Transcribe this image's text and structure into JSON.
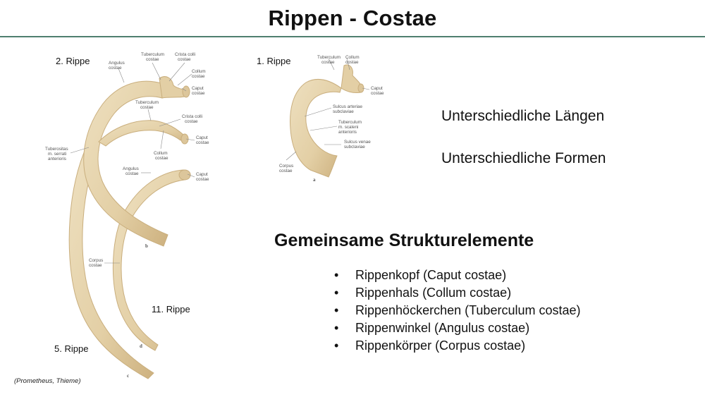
{
  "slide": {
    "title": "Rippen - Costae"
  },
  "figure": {
    "rib_labels": {
      "rib2": "2. Rippe",
      "rib1": "1. Rippe",
      "rib11": "11. Rippe",
      "rib5": "5. Rippe"
    },
    "annotations": {
      "angulus_costae_a": [
        "Angulus",
        "costae"
      ],
      "tuberculum_costae_a": [
        "Tuberculum",
        "costae"
      ],
      "crista_colli_a": [
        "Crista colli",
        "costae"
      ],
      "collum_costae_a": [
        "Collum",
        "costae"
      ],
      "caput_costae_a": [
        "Caput",
        "costae"
      ],
      "tuberculum_costae_b": [
        "Tuberculum",
        "costae"
      ],
      "crista_colli_b": [
        "Crista colli",
        "costae"
      ],
      "caput_costae_b": [
        "Caput",
        "costae"
      ],
      "tuberositas": [
        "Tuberositas",
        "m. serrati",
        "anterioris"
      ],
      "collum_costae_b": [
        "Collum",
        "costae"
      ],
      "angulus_costae_b": [
        "Angulus",
        "costae"
      ],
      "caput_costae_c": [
        "Caput",
        "costae"
      ],
      "corpus_costae_a": [
        "Corpus",
        "costae"
      ],
      "tuberculum_costae_r1": [
        "Tuberculum",
        "costae"
      ],
      "collum_costae_r1": [
        "Collum",
        "costae"
      ],
      "caput_costae_r1": [
        "Caput",
        "costae"
      ],
      "sulcus_arteriae": [
        "Sulcus arteriae",
        "subclaviae"
      ],
      "tuberculum_scaleni": [
        "Tuberculum",
        "m. scaleni",
        "anterioris"
      ],
      "sulcus_venae": [
        "Sulcus venae",
        "subclaviae"
      ],
      "corpus_costae_r1": [
        "Corpus",
        "costae"
      ]
    },
    "sublabels": {
      "a": "a",
      "b": "b",
      "c": "c",
      "d": "d"
    },
    "caption": "(Prometheus, Thieme)"
  },
  "info": {
    "line1": "Unterschiedliche Längen",
    "line2": "Unterschiedliche Formen"
  },
  "structure": {
    "heading": "Gemeinsame Strukturelemente",
    "bullet": "•",
    "items": [
      "Rippenkopf (Caput costae)",
      "Rippenhals (Collum costae)",
      "Rippenhöckerchen (Tuberculum costae)",
      "Rippenwinkel (Angulus costae)",
      "Rippenkörper (Corpus costae)"
    ]
  },
  "colors": {
    "bone": "#e6d4ad",
    "bone_shadow": "#c9ae7d",
    "rule": "#4f7f6f"
  }
}
